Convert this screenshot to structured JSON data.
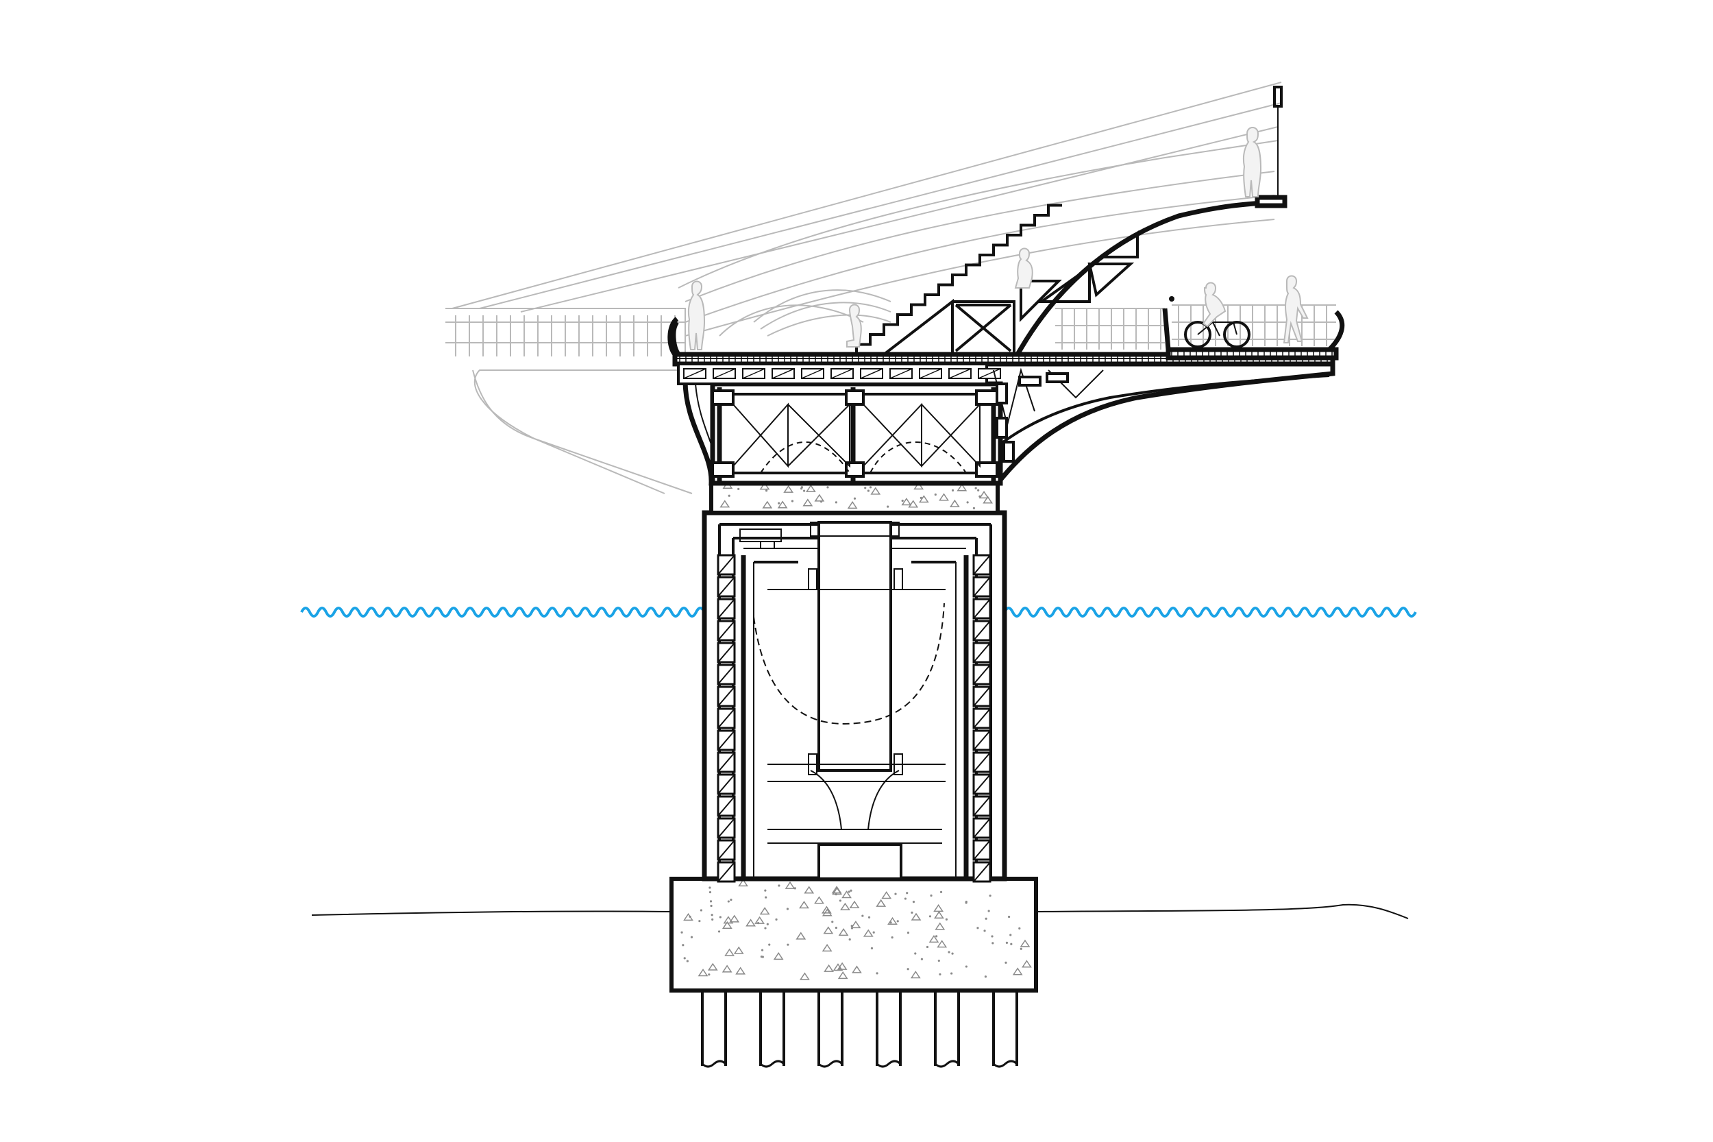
{
  "colors": {
    "line": "#111111",
    "secondary_line": "#b9b9b9",
    "water": "#1aa3e6",
    "concrete_speckle": "#8a8a8a",
    "background": "#ffffff"
  },
  "elements": [
    "pier-column",
    "pile-cap",
    "foundation-piles",
    "water-surface",
    "riverbed-line",
    "bridge-deck",
    "stepped-deck",
    "viewing-platform",
    "cantilever-soffit",
    "truss-girder",
    "handrail-background",
    "people-silhouettes",
    "cyclist-silhouette"
  ]
}
